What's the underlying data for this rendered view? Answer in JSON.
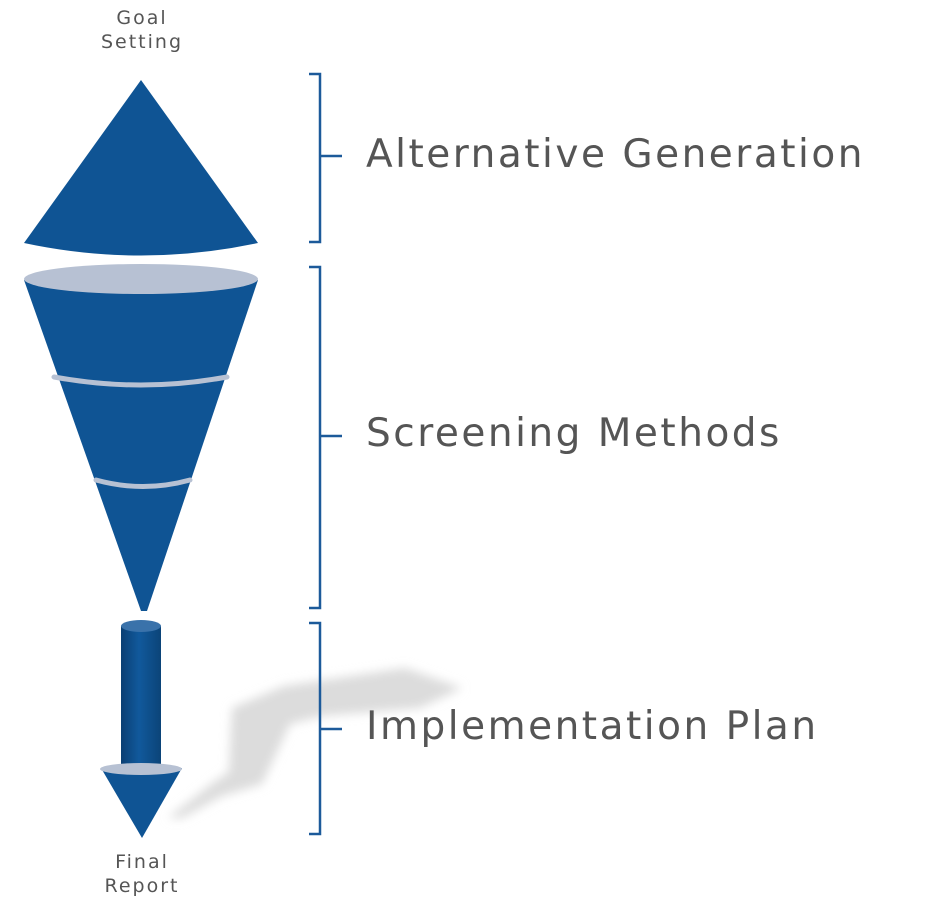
{
  "start_label": "Goal\nSetting",
  "end_label": "Final\nReport",
  "stages": [
    {
      "label": "Alternative Generation"
    },
    {
      "label": "Screening Methods"
    },
    {
      "label": "Implementation Plan"
    }
  ],
  "colors": {
    "shape_fill": "#0f5494",
    "ring": "#b7c1d3",
    "bracket": "#1c5a9a",
    "text": "#555555",
    "shadow": "#dcdcdc"
  }
}
